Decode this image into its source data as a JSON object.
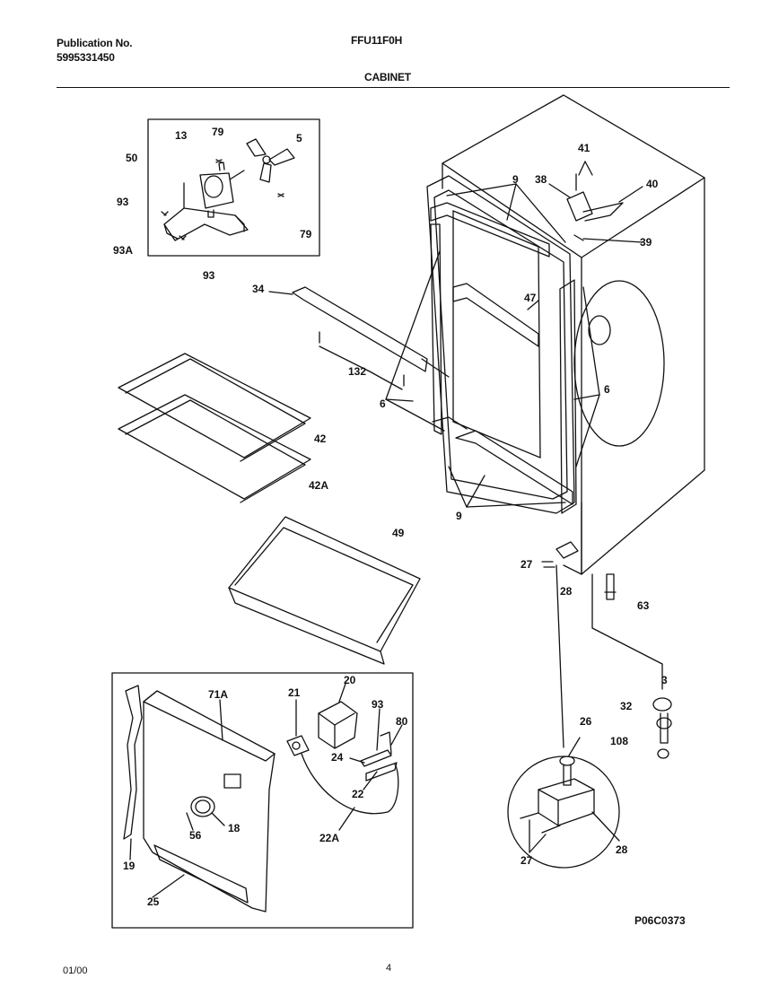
{
  "header": {
    "publication_label": "Publication No.",
    "publication_number": "5995331450",
    "model": "FFU11F0H",
    "section_title": "CABINET"
  },
  "callouts": {
    "c13": "13",
    "c79a": "79",
    "c5": "5",
    "c50": "50",
    "c93a": "93",
    "c79b": "79",
    "c93A": "93A",
    "c93b": "93",
    "c9a": "9",
    "c41": "41",
    "c38": "38",
    "c40": "40",
    "c39": "39",
    "c34": "34",
    "c47": "47",
    "c132": "132",
    "c6a": "6",
    "c6b": "6",
    "c42": "42",
    "c42A": "42A",
    "c9b": "9",
    "c27a": "27",
    "c28a": "28",
    "c63": "63",
    "c49": "49",
    "c71A": "71A",
    "c21": "21",
    "c20": "20",
    "c93c": "93",
    "c80": "80",
    "c24": "24",
    "c22": "22",
    "c18": "18",
    "c56": "56",
    "c22A": "22A",
    "c19": "19",
    "c25": "25",
    "c3": "3",
    "c32": "32",
    "c108": "108",
    "c26": "26",
    "c28b": "28",
    "c27b": "27"
  },
  "figure_id": "P06C0373",
  "footer": {
    "date": "01/00",
    "page": "4"
  }
}
